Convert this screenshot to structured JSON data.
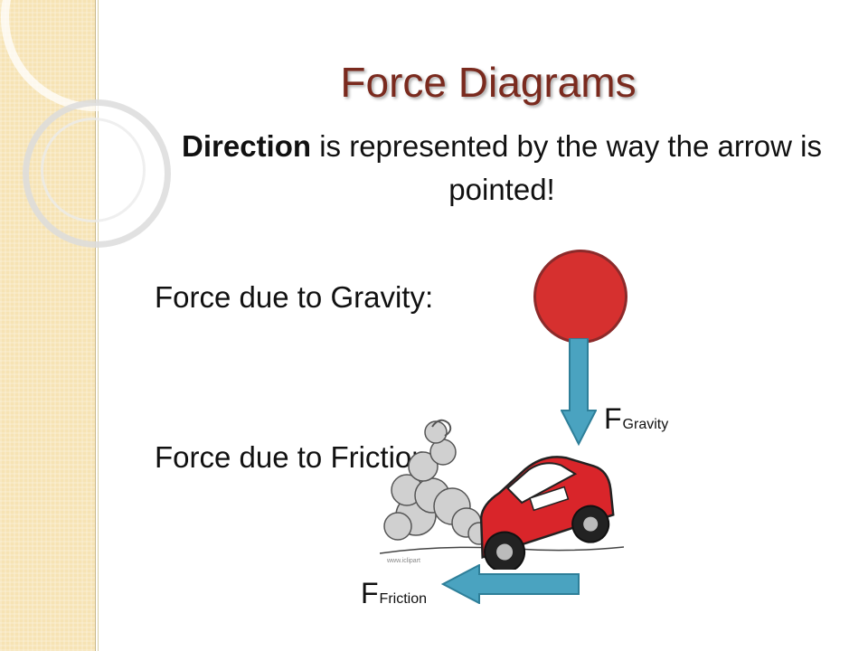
{
  "slide": {
    "title": "Force Diagrams",
    "subtitle_bold": "Direction",
    "subtitle_rest": " is represented by the way the arrow is pointed!",
    "gravity_label": "Force due to Gravity:",
    "friction_label": "Force due to Friction:",
    "gravity_force": {
      "main": "F",
      "sub": "Gravity"
    },
    "friction_force": {
      "main": "F",
      "sub": "Friction"
    },
    "clipart_caption": "www.iclipart"
  },
  "colors": {
    "title": "#7a2a1e",
    "ball": "#d6302f",
    "arrow": "#4aa3c0",
    "car": "#d9252a",
    "band": "#f6e3b4"
  }
}
